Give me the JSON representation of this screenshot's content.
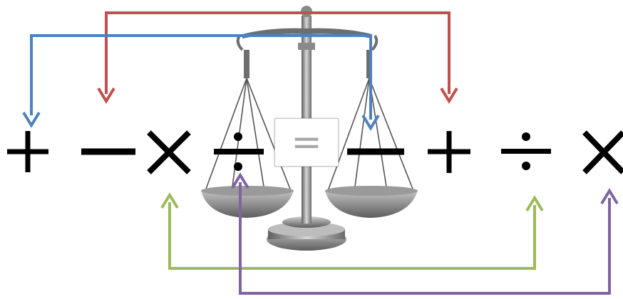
{
  "colors": {
    "background": "#ffffff",
    "operator": "#000000",
    "equals": "#a8a8a8",
    "arrow_red": "#c0504d",
    "arrow_blue": "#4f81bd",
    "arrow_green": "#9bbb59",
    "arrow_purple": "#8064a2",
    "scale_metal": "#7a7a7a"
  },
  "diagram": {
    "center_symbol": "=",
    "center_icon": "balance-scale-icon",
    "left_operators": [
      {
        "name": "plus",
        "symbol": "+"
      },
      {
        "name": "minus",
        "symbol": "minus"
      },
      {
        "name": "times",
        "symbol": "times"
      },
      {
        "name": "divide",
        "symbol": "divide"
      }
    ],
    "right_operators": [
      {
        "name": "minus",
        "symbol": "minus"
      },
      {
        "name": "plus",
        "symbol": "+"
      },
      {
        "name": "divide",
        "symbol": "divide"
      },
      {
        "name": "times",
        "symbol": "times"
      }
    ],
    "arrows": [
      {
        "from": "left-minus",
        "to": "right-plus",
        "color": "red",
        "side": "top"
      },
      {
        "from": "right-minus",
        "to": "left-plus",
        "color": "blue",
        "side": "top"
      },
      {
        "from": "right-divide",
        "to": "left-times",
        "color": "green",
        "side": "bottom"
      },
      {
        "from": "right-times",
        "to": "left-divide",
        "color": "purple",
        "side": "bottom"
      }
    ]
  }
}
